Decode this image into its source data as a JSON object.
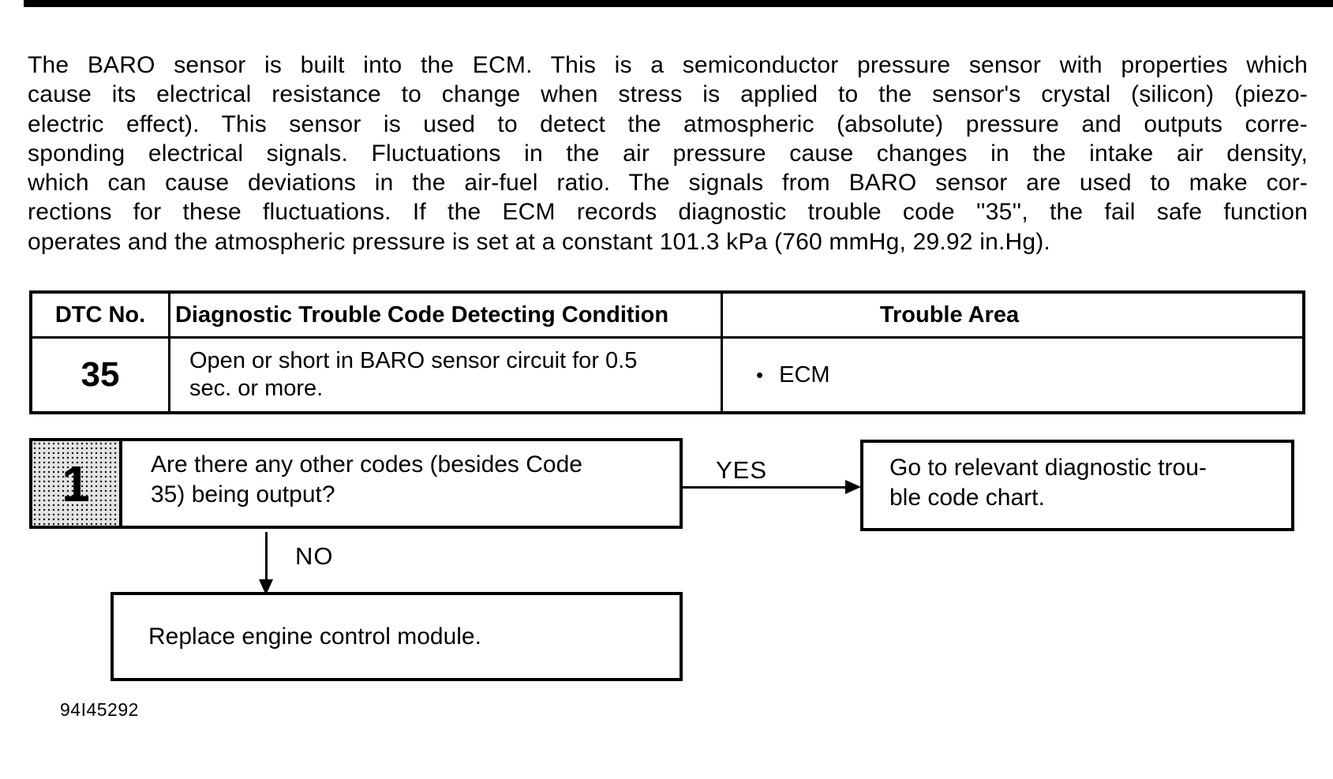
{
  "paragraph": {
    "lines": [
      "The BARO sensor is built into the ECM. This is a semiconductor pressure sensor with properties which",
      "cause its electrical resistance to change when stress is applied to the sensor's crystal (silicon) (piezo-",
      "electric effect). This sensor is used to detect the atmospheric (absolute) pressure and outputs corre-",
      "sponding electrical signals. Fluctuations in the air pressure cause changes in the intake air density,",
      "which can cause deviations in the air-fuel ratio. The signals from BARO sensor are used to make cor-",
      "rections for these fluctuations. If the ECM records diagnostic trouble code ''35'', the fail safe function",
      "operates and the atmospheric pressure is set at a constant 101.3 kPa (760 mmHg, 29.92 in.Hg)."
    ]
  },
  "table": {
    "headers": {
      "dtc_no": "DTC No.",
      "condition": "Diagnostic Trouble Code Detecting Condition",
      "trouble_area": "Trouble Area"
    },
    "row": {
      "dtc_no": "35",
      "condition_line1": "Open or short in BARO sensor circuit for 0.5",
      "condition_line2": "sec. or more.",
      "bullet": "•",
      "trouble_area": "ECM"
    }
  },
  "flowchart": {
    "step_number": "1",
    "question_line1": "Are there any other codes (besides Code",
    "question_line2": "35) being output?",
    "yes_label": "YES",
    "no_label": "NO",
    "yes_result_line1": "Go to relevant diagnostic trou-",
    "yes_result_line2": "ble code chart.",
    "no_result": "Replace engine control module."
  },
  "footer": {
    "document_code": "94I45292"
  },
  "colors": {
    "ink": "#000000",
    "paper": "#ffffff",
    "step_box_fill": "#e4e4e4"
  }
}
